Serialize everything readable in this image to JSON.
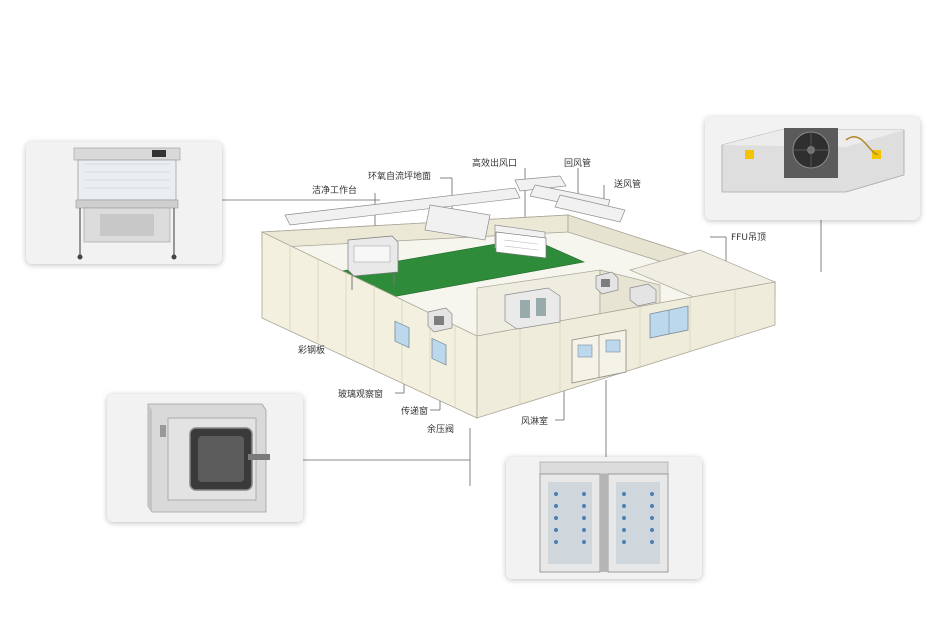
{
  "colors": {
    "wall": "#f3f0e0",
    "wall_edge": "#a9a596",
    "floor_green": "#2e8b3a",
    "leader": "#555555",
    "card_bg": "#f4f4f4"
  },
  "labels": {
    "clean_bench": "洁净工作台",
    "self_leveling_floor": "环氧自流坪地面",
    "hepa_outlet": "高效出风口",
    "return_duct": "回风管",
    "supply_duct": "送风管",
    "ffu_ceiling": "FFU吊顶",
    "color_steel_panel": "彩钢板",
    "glass_window": "玻璃观察窗",
    "pass_box": "传递窗",
    "pressure_damper": "余压阀",
    "air_shower": "风淋室"
  },
  "photos": {
    "clean_bench": "clean-bench-photo",
    "ffu_unit": "ffu-unit-photo",
    "pass_box": "pass-box-photo",
    "air_shower": "air-shower-photo"
  }
}
